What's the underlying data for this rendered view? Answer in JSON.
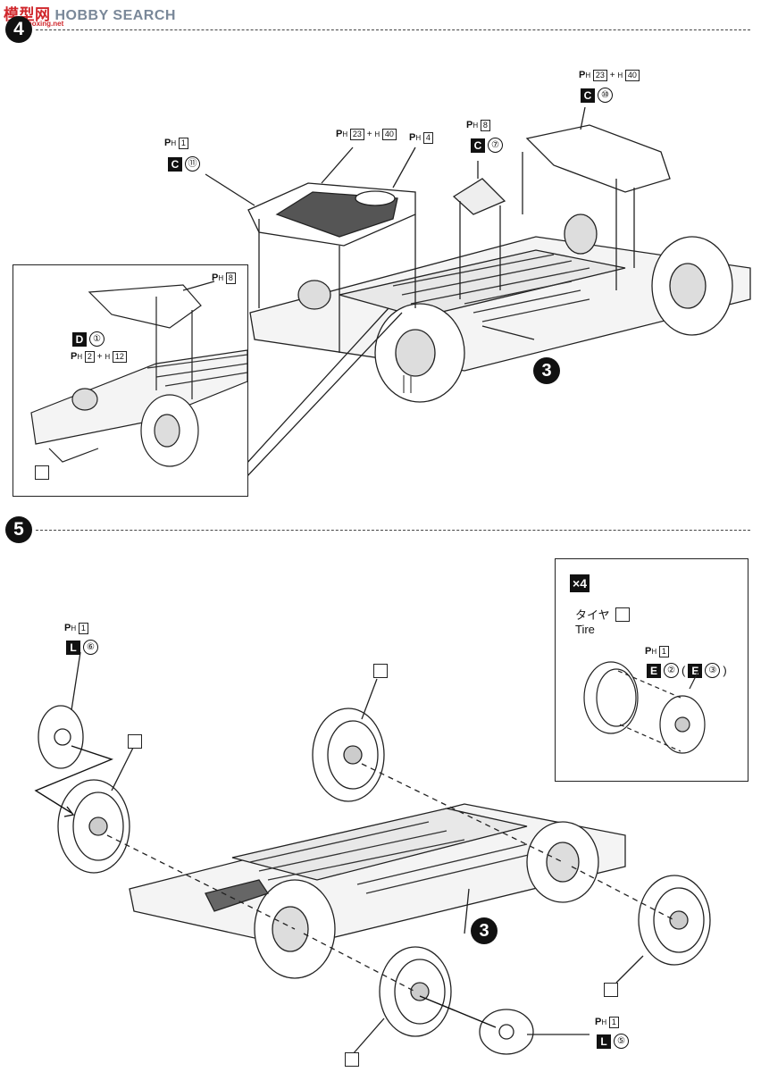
{
  "header": {
    "brand_cn": "模型网",
    "brand_en": "HOBBY SEARCH",
    "brand_url": "www.moxing.net"
  },
  "steps": {
    "step4": {
      "number": "4",
      "sub_ref": "3",
      "callouts": [
        {
          "id": "c11",
          "ph": "1",
          "letter": "C",
          "num": "⑪"
        },
        {
          "id": "c_cover",
          "ph": "23",
          "h": "40"
        },
        {
          "id": "c_cover2",
          "ph": "4"
        },
        {
          "id": "c7",
          "ph": "8",
          "letter": "C",
          "num": "⑦"
        },
        {
          "id": "c10",
          "ph": "23",
          "h": "40",
          "letter": "C",
          "num": "⑩"
        }
      ],
      "inset": {
        "callout_ph": "8",
        "letter": "D",
        "num": "①",
        "ph2": "2",
        "h2": "12"
      }
    },
    "step5": {
      "number": "5",
      "sub_ref": "3",
      "wheel_rear": {
        "ph": "1",
        "letter": "L",
        "num": "⑥"
      },
      "wheel_front": {
        "ph": "1",
        "letter": "L",
        "num": "⑤"
      },
      "tire_box": {
        "count": "×4",
        "tire_jp": "タイヤ",
        "tire_en": "Tire",
        "ph": "1",
        "letter": "E",
        "num": "②",
        "alt_letter": "E",
        "alt_num": "③"
      }
    }
  },
  "labels": {
    "ph_prefix": "P",
    "ph_sub": "H",
    "plus": "+",
    "h_prefix": "H"
  },
  "colors": {
    "ink": "#111111",
    "brand_red": "#d0272c",
    "brand_gray": "#7a8899"
  },
  "icons": [
    "cut-mark-icon",
    "paint-brush-icon"
  ]
}
